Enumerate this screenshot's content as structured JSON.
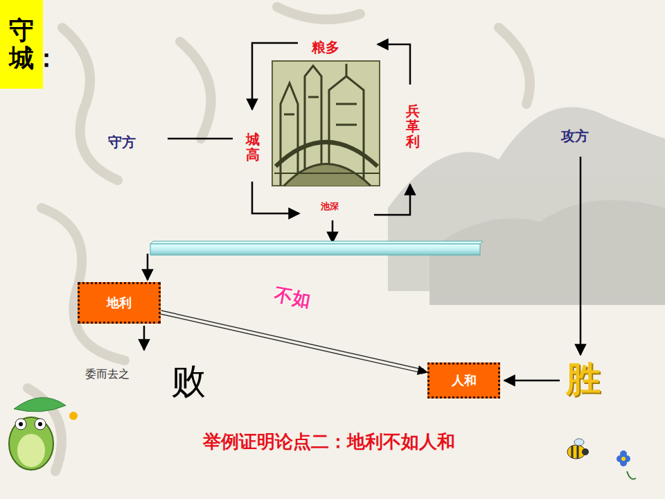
{
  "diagram": {
    "caption": "举例证明论点二：地利不如人和",
    "nodes": [
      {
        "text": [
          "守城："
        ]
      },
      {
        "text": [
          "地利"
        ]
      },
      {
        "text": [
          "人和"
        ]
      }
    ],
    "edges": [
      {
        "from": 1,
        "to": 2,
        "label": "不如",
        "arrow": "to"
      }
    ],
    "labels": [
      "粮多",
      "城高",
      "兵革利",
      "池深",
      "守方",
      "攻方",
      "委而去之",
      "败",
      "胜"
    ]
  }
}
